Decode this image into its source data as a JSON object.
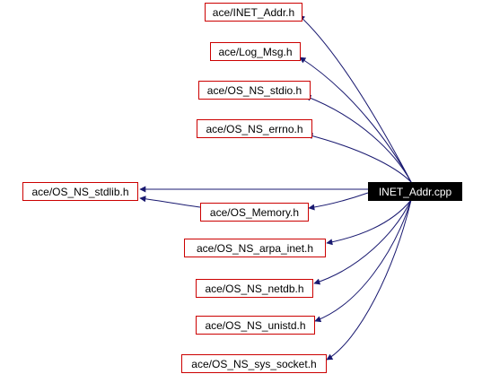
{
  "graph": {
    "root": {
      "id": "root",
      "label": "INET_Addr.cpp"
    },
    "nodes": [
      {
        "id": "inet_addr_h",
        "label": "ace/INET_Addr.h"
      },
      {
        "id": "log_msg_h",
        "label": "ace/Log_Msg.h"
      },
      {
        "id": "os_ns_stdio_h",
        "label": "ace/OS_NS_stdio.h"
      },
      {
        "id": "os_ns_errno_h",
        "label": "ace/OS_NS_errno.h"
      },
      {
        "id": "os_ns_stdlib_h",
        "label": "ace/OS_NS_stdlib.h"
      },
      {
        "id": "os_memory_h",
        "label": "ace/OS_Memory.h"
      },
      {
        "id": "os_ns_arpa_inet_h",
        "label": "ace/OS_NS_arpa_inet.h"
      },
      {
        "id": "os_ns_netdb_h",
        "label": "ace/OS_NS_netdb.h"
      },
      {
        "id": "os_ns_unistd_h",
        "label": "ace/OS_NS_unistd.h"
      },
      {
        "id": "os_ns_sys_socket_h",
        "label": "ace/OS_NS_sys_socket.h"
      }
    ],
    "edges": [
      {
        "from": "root",
        "to": "inet_addr_h"
      },
      {
        "from": "root",
        "to": "log_msg_h"
      },
      {
        "from": "root",
        "to": "os_ns_stdio_h"
      },
      {
        "from": "root",
        "to": "os_ns_errno_h"
      },
      {
        "from": "root",
        "to": "os_ns_stdlib_h"
      },
      {
        "from": "root",
        "to": "os_memory_h"
      },
      {
        "from": "os_memory_h",
        "to": "os_ns_stdlib_h"
      },
      {
        "from": "root",
        "to": "os_ns_arpa_inet_h"
      },
      {
        "from": "root",
        "to": "os_ns_netdb_h"
      },
      {
        "from": "root",
        "to": "os_ns_unistd_h"
      },
      {
        "from": "root",
        "to": "os_ns_sys_socket_h"
      }
    ],
    "colors": {
      "node_border": "#cc0000",
      "root_fill": "#000000",
      "root_text": "#ffffff",
      "edge": "#191970",
      "text": "#000000"
    }
  }
}
